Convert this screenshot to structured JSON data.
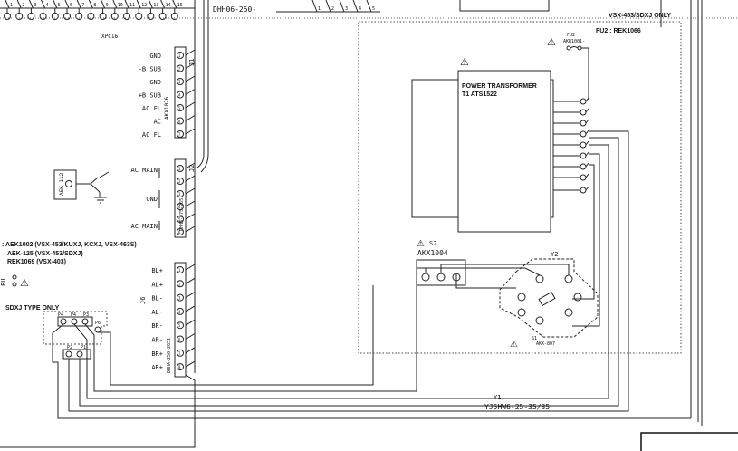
{
  "header": {
    "connector_dhh": "DHH06-250-",
    "connector_pins": [
      "1",
      "2",
      "3",
      "4",
      "5"
    ],
    "xpc_label": "XPC16",
    "top_pins": [
      "1",
      "2",
      "3",
      "4",
      "5",
      "6",
      "7",
      "8",
      "9",
      "10",
      "11",
      "12",
      "13",
      "14",
      "15"
    ]
  },
  "j1": {
    "ref": "J1",
    "part": "AKX1026",
    "pins": [
      "GND",
      "-B SUB",
      "GND",
      "+B SUB",
      "AC FL",
      "AC",
      "AC FL"
    ]
  },
  "j2": {
    "ref": "J2",
    "part": "DHHA-075-2651",
    "pins": [
      "AC MAIN",
      "GND",
      "AC MAIN"
    ]
  },
  "aek_label": "AEK-112",
  "variants": {
    "line1": ": AEK1002 (VSX-453/KUXJ, KCXJ, VSX-463S)",
    "line2": "AEK-125 (VSX-453/SDXJ)",
    "line3": "REK1069 (VSX-403)"
  },
  "fu_symbol": "FU",
  "warning_symbol": "⚠",
  "j6": {
    "ref": "J6",
    "part": "DHHA-250-2651",
    "pins": [
      "BL+",
      "AL+",
      "BL-",
      "AL-",
      "BR-",
      "AR-",
      "BR+",
      "AR+"
    ]
  },
  "sdxj": {
    "title": "SDXJ TYPE ONLY",
    "p_labels": [
      "P4",
      "P4",
      "P3",
      "P6",
      "P2",
      "P1"
    ]
  },
  "box": {
    "title": "VSX-453/SDXJ ONLY",
    "fu2": "FU2 : REK1066",
    "fu2_small": "FU2",
    "fu2_part": "AKR1001-",
    "transformer_line1": "POWER TRANSFORMER",
    "transformer_line2": "T1 ATS1522",
    "s2_ref": "S2",
    "s2_part": "AKX1004",
    "y2_ref": "Y2",
    "switch_part": "AKX-807"
  },
  "y1": {
    "ref": "Y1",
    "part": "YJ5HW6-25-35/35"
  }
}
